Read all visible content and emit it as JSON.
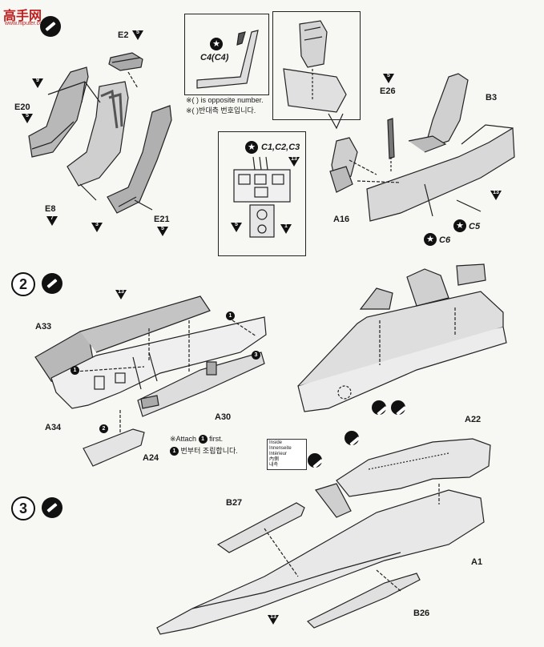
{
  "watermark": {
    "name": "高手网",
    "url": "www.hiputer.com"
  },
  "steps": {
    "s2": "2",
    "s3": "3"
  },
  "parts": {
    "E2": "E2",
    "E20": "E20",
    "E8": "E8",
    "E21": "E21",
    "A16": "A16",
    "E26": "E26",
    "B3": "B3",
    "A33": "A33",
    "A34": "A34",
    "A30": "A30",
    "A24": "A24",
    "A22": "A22",
    "A1": "A1",
    "B27": "B27",
    "B26": "B26",
    "C4": "C4(C4)",
    "C123": "C1,C2,C3",
    "C5": "C5",
    "C6": "C6"
  },
  "paint": {
    "n5": "5",
    "n7": "7",
    "n9": "9",
    "n13": "13",
    "n3": "3",
    "n1": "1",
    "n2": "2"
  },
  "notes": {
    "opposite_en": "※( ) is opposite number.",
    "opposite_ko": "※( )반대측 번호입니다.",
    "attach_en_pre": "※Attach",
    "attach_en_post": "first.",
    "attach_ko": "번부터 조립합니다."
  },
  "legend": [
    "Inside",
    "Innenseite",
    "Intérieur",
    "內側",
    "내측"
  ]
}
